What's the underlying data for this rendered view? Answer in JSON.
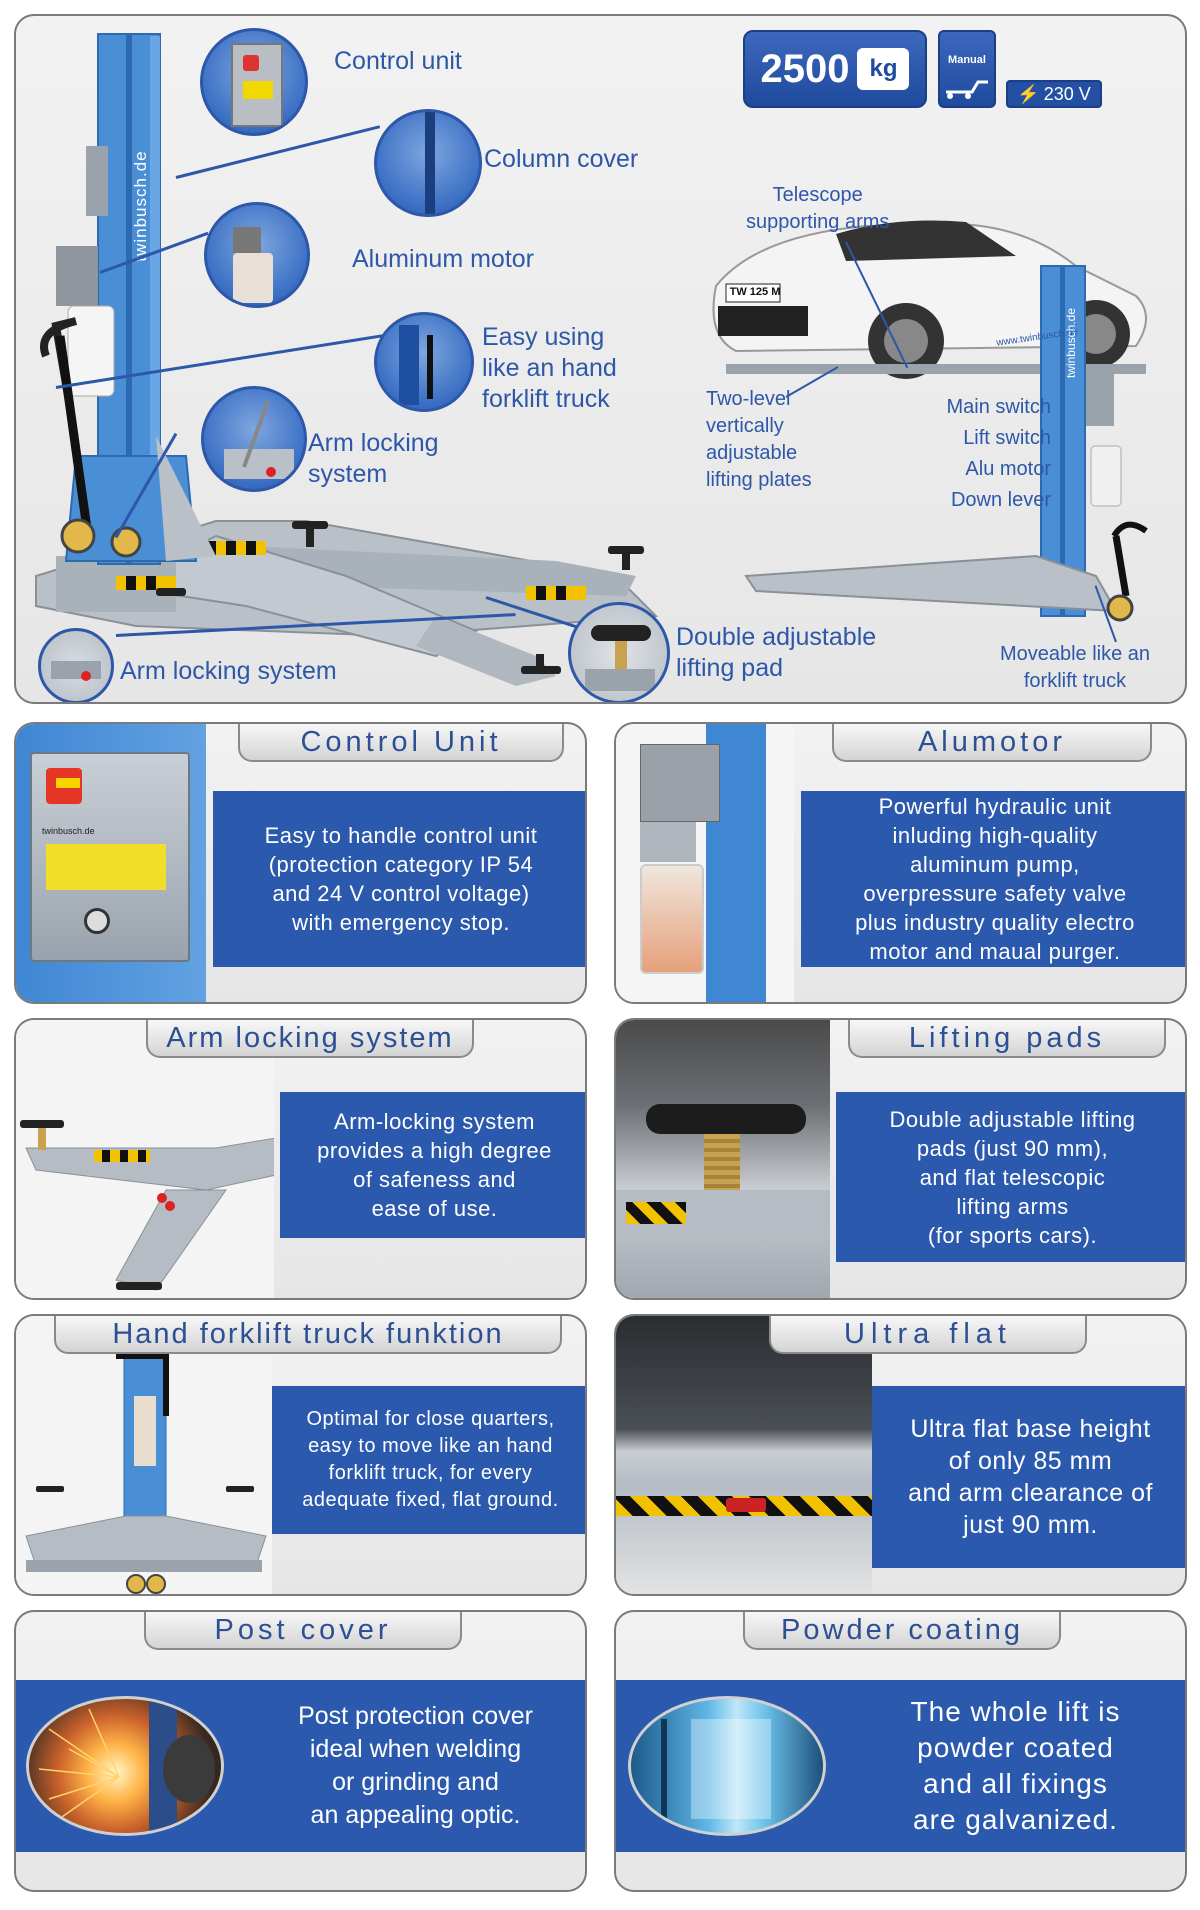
{
  "badges": {
    "capacity_value": "2500",
    "capacity_unit": "kg",
    "mode": "Manual",
    "voltage": "230 V"
  },
  "hero": {
    "brand_column": "twinbusch.de",
    "callouts": {
      "control_unit": "Control unit",
      "column_cover": "Column cover",
      "aluminum_motor": "Aluminum motor",
      "forklift_line1": "Easy using",
      "forklift_line2": "like an hand",
      "forklift_line3": "forklift truck",
      "arm_locking_line1": "Arm locking",
      "arm_locking_line2": "system",
      "arm_locking_bottom": "Arm locking system",
      "double_pad_line1": "Double adjustable",
      "double_pad_line2": "lifting pad"
    },
    "right": {
      "telescope_line1": "Telescope",
      "telescope_line2": "supporting arms",
      "two_level_line1": "Two-level",
      "two_level_line2": "vertically",
      "two_level_line3": "adjustable",
      "two_level_line4": "lifting plates",
      "main_switch": "Main switch",
      "lift_switch": "Lift switch",
      "alu_motor": "Alu motor",
      "down_lever": "Down lever",
      "moveable_line1": "Moveable like an",
      "moveable_line2": "forklift truck",
      "plate": "TW 125 M",
      "car_url": "www.twinbusch.de",
      "column_brand": "twinbusch.de"
    }
  },
  "features": [
    {
      "title": "Control Unit",
      "text": [
        "Easy to handle control unit",
        "(protection category IP 54",
        "and 24 V control voltage)",
        "with emergency stop."
      ],
      "photo_brand": "twinbusch.de"
    },
    {
      "title": "Alumotor",
      "text": [
        "Powerful hydraulic unit",
        "inluding high-quality",
        "aluminum pump,",
        "overpressure safety valve",
        "plus industry quality electro",
        "motor and maual purger."
      ]
    },
    {
      "title": "Arm locking system",
      "text": [
        "Arm-locking system",
        "provides a high degree",
        "of safeness and",
        "ease of use."
      ]
    },
    {
      "title": "Lifting pads",
      "text": [
        "Double adjustable lifting",
        "pads (just 90 mm),",
        "and flat telescopic",
        "lifting arms",
        "(for sports cars)."
      ]
    },
    {
      "title": "Hand forklift truck funktion",
      "text": [
        "Optimal for close quarters,",
        "easy to move like an hand",
        "forklift truck, for every",
        "adequate fixed, flat ground."
      ]
    },
    {
      "title": "Ultra flat",
      "text": [
        "Ultra flat base height",
        "of only 85 mm",
        "and arm clearance of",
        "just 90 mm."
      ]
    },
    {
      "title": "Post cover",
      "text": [
        "Post protection cover",
        "ideal when welding",
        "or grinding and",
        "an appealing optic."
      ]
    },
    {
      "title": "Powder coating",
      "text": [
        "The whole lift is",
        "powder coated",
        "and all fixings",
        "are galvanized."
      ]
    }
  ],
  "colors": {
    "brand_blue": "#2b59ad",
    "text_blue": "#2d57a8",
    "panel_grey": "#e9e9e9",
    "lift_blue": "#4a8fd6",
    "base_grey": "#b5bcc4"
  }
}
